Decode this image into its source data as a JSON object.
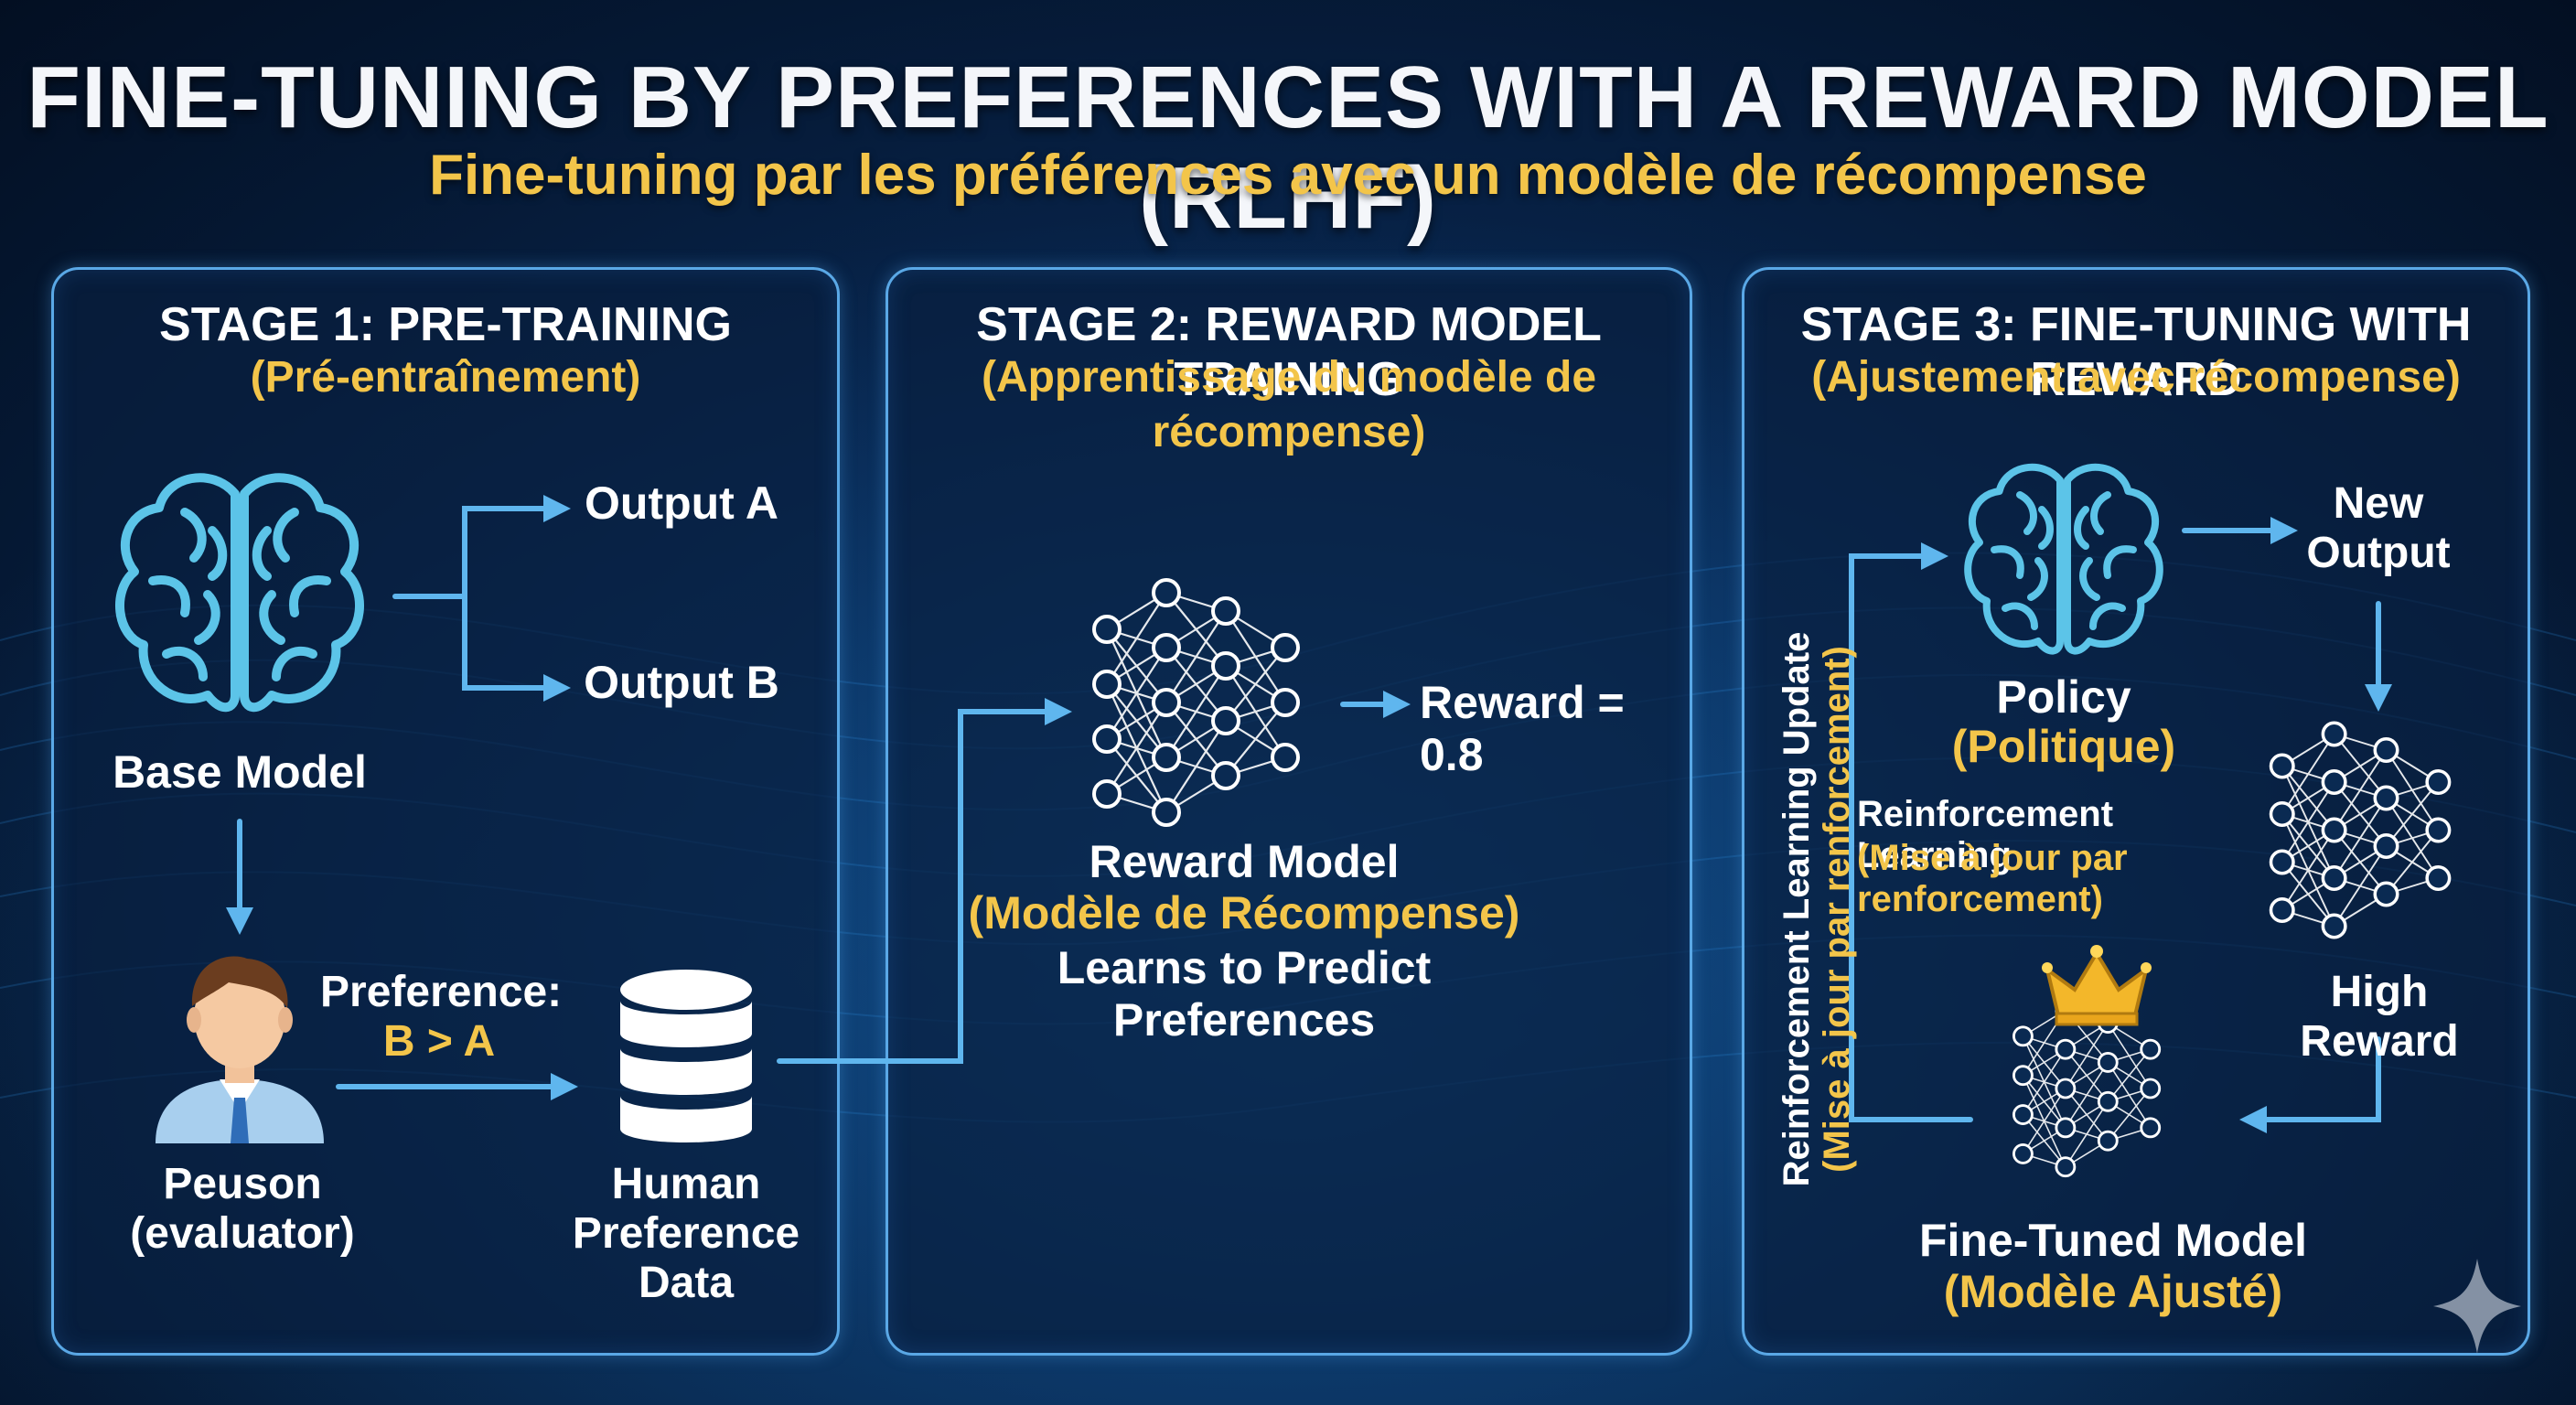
{
  "title": "FINE-TUNING BY PREFERENCES WITH A REWARD MODEL (RLHF)",
  "subtitle": "Fine-tuning par les préférences avec un modèle de récompense",
  "stage1": {
    "title": "STAGE 1: PRE-TRAINING",
    "subtitle": "(Pré-entraînement)",
    "output_a": "Output A",
    "output_b": "Output B",
    "base_model": "Base Model",
    "person_line1": "Peuson",
    "person_line2": "(evaluator)",
    "preference_label": "Preference:",
    "preference_value": "B > A",
    "data_line1": "Human",
    "data_line2": "Preference",
    "data_line3": "Data"
  },
  "stage2": {
    "title": "STAGE 2: REWARD MODEL TRAINING",
    "subtitle_line1": "(Apprentissage du modèle de",
    "subtitle_line2": "récompense)",
    "reward": "Reward = 0.8",
    "model_name": "Reward Model",
    "model_name_fr": "(Modèle de Récompense)",
    "learns_line1": "Learns to Predict",
    "learns_line2": "Preferences"
  },
  "stage3": {
    "title": "STAGE 3: FINE-TUNING WITH REWARD",
    "subtitle": "(Ajustement avec récompense)",
    "new_output_line1": "New",
    "new_output_line2": "Output",
    "policy": "Policy",
    "policy_fr": "(Politique)",
    "rl_label": "Reinforcement Learning",
    "rl_fr_line1": "(Mise à jour par",
    "rl_fr_line2": "renforcement)",
    "high_reward": "High Reward",
    "finetuned": "Fine-Tuned Model",
    "finetuned_fr": "(Modèle Ajusté)",
    "vertical_line1": "Reinforcement Learning Update",
    "vertical_line2": "(Mise à jour par renforcement)"
  },
  "colors": {
    "accent": "#f3c54a",
    "arrow": "#5fb6ee",
    "panel_border": "#5aa8e6",
    "icon_stroke": "#5cc4e8"
  },
  "icons": [
    "brain-icon",
    "neural-network-icon",
    "person-icon",
    "database-icon",
    "crown-icon",
    "sparkle-icon"
  ]
}
